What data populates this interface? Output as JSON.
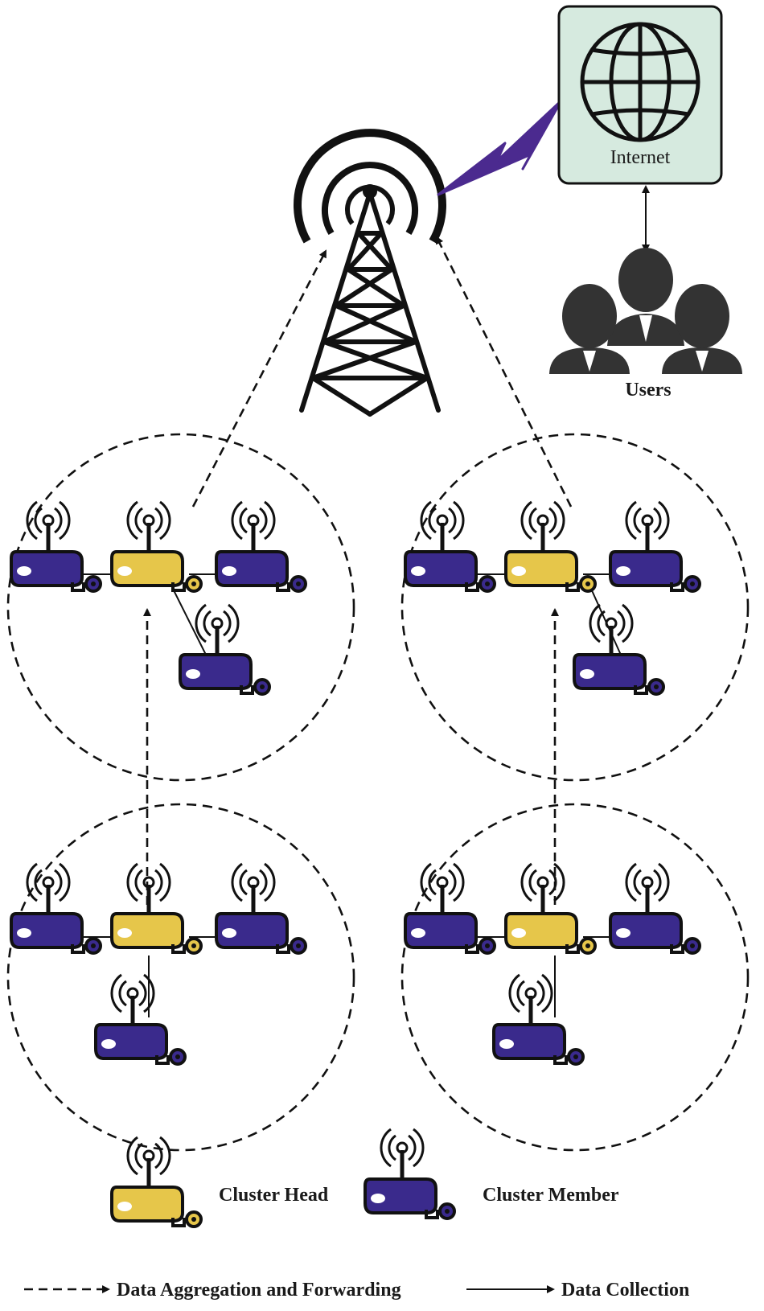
{
  "internet_label": "Internet",
  "users_label": "Users",
  "legend": {
    "cluster_head": "Cluster Head",
    "cluster_member": "Cluster Member",
    "aggregation": "Data Aggregation and Forwarding",
    "collection": "Data Collection"
  },
  "colors": {
    "cluster_head": "#e6c64a",
    "cluster_member": "#3a2a8c",
    "internet_box": "#d6eadf",
    "lightning": "#4b2a8f",
    "users": "#333333"
  },
  "icons": [
    "tower-icon",
    "globe-icon",
    "users-icon",
    "lightning-icon",
    "sensor-node-icon"
  ]
}
